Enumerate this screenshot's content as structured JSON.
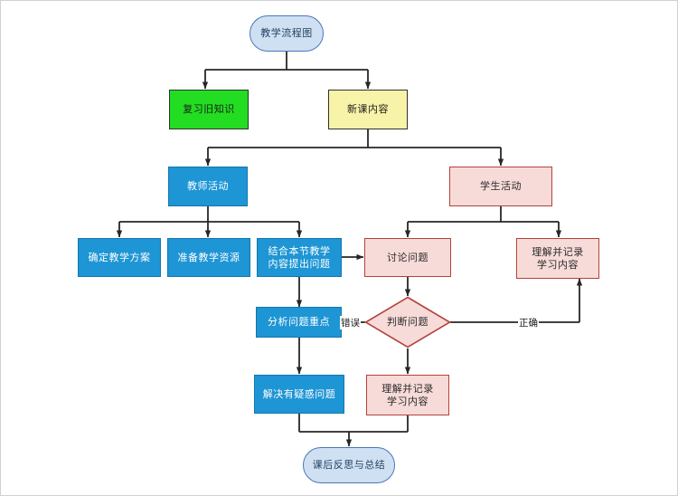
{
  "diagram": {
    "title": "教学流程图",
    "background": "#ffffff",
    "border_color": "#d0d0d0",
    "palette": {
      "terminator_fill": "#cfe0f3",
      "terminator_stroke": "#4a77b5",
      "green_fill": "#22dd22",
      "yellow_fill": "#f7f3a8",
      "blue_fill": "#1e95d4",
      "pink_fill": "#f7dbd8",
      "pink_stroke": "#b5413a",
      "edge_stroke": "#262626"
    }
  },
  "nodes": {
    "start": {
      "label": "教学流程图",
      "shape": "terminator"
    },
    "review": {
      "label": "复习旧知识",
      "shape": "process"
    },
    "newcontent": {
      "label": "新课内容",
      "shape": "process"
    },
    "teacher": {
      "label": "教师活动",
      "shape": "process"
    },
    "student": {
      "label": "学生活动",
      "shape": "process"
    },
    "plan": {
      "label": "确定教学方案",
      "shape": "process"
    },
    "resources": {
      "label": "准备教学资源",
      "shape": "process"
    },
    "raise": {
      "label": "结合本节教学\n内容提出问题",
      "shape": "process"
    },
    "discuss": {
      "label": "讨论问题",
      "shape": "process"
    },
    "record_top": {
      "label": "理解并记录\n学习内容",
      "shape": "process"
    },
    "analyze": {
      "label": "分析问题重点",
      "shape": "process"
    },
    "judge": {
      "label": "判断问题",
      "shape": "decision"
    },
    "resolve": {
      "label": "解决有疑惑问题",
      "shape": "process"
    },
    "record_bottom": {
      "label": "理解并记录\n学习内容",
      "shape": "process"
    },
    "end": {
      "label": "课后反思与总结",
      "shape": "terminator"
    }
  },
  "edge_labels": {
    "wrong": "错误",
    "correct": "正确"
  }
}
